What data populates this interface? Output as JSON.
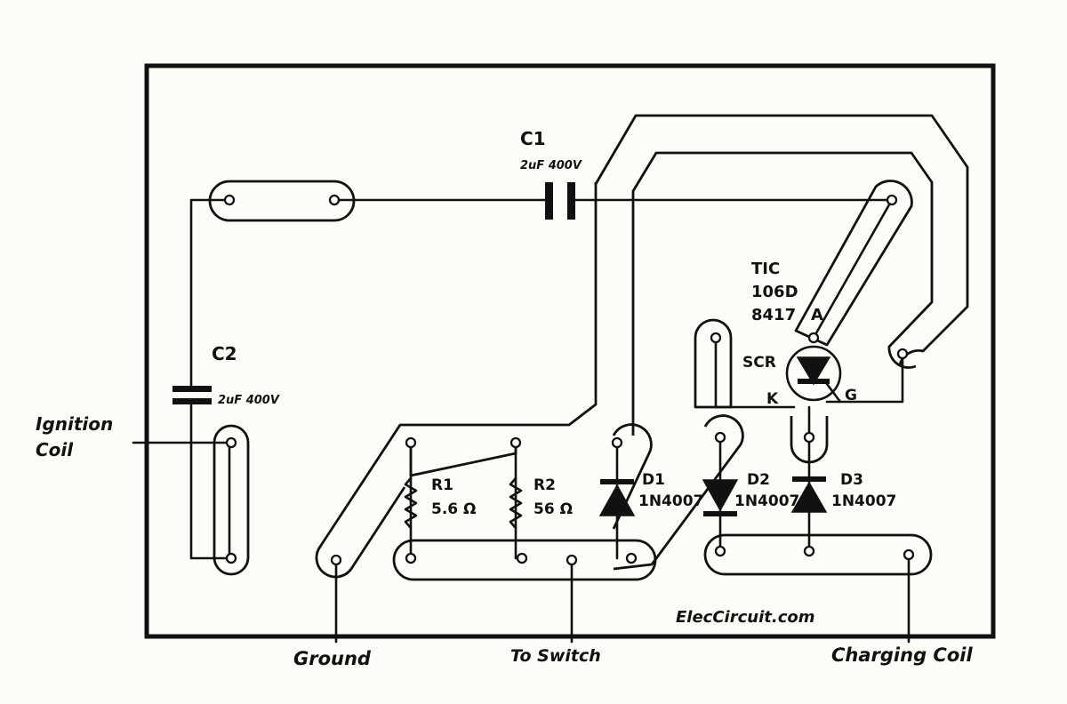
{
  "components": {
    "c1": {
      "name": "C1",
      "value": "2uF 400V"
    },
    "c2": {
      "name": "C2",
      "value": "2uF 400V"
    },
    "r1": {
      "name": "R1",
      "value": "5.6 Ω"
    },
    "r2": {
      "name": "R2",
      "value": "56 Ω"
    },
    "d1": {
      "name": "D1",
      "part": "1N4007"
    },
    "d2": {
      "name": "D2",
      "part": "1N4007"
    },
    "d3": {
      "name": "D3",
      "part": "1N4007"
    },
    "scr": {
      "part_line1": "TIC",
      "part_line2": "106D",
      "part_line3": "8417",
      "name": "SCR",
      "anode": "A",
      "cathode": "K",
      "gate": "G"
    }
  },
  "terminals": {
    "ignition_line1": "Ignition",
    "ignition_line2": "Coil",
    "ground": "Ground",
    "to_switch": "To Switch",
    "charging_coil": "Charging Coil"
  },
  "watermark": "ElecCircuit.com"
}
